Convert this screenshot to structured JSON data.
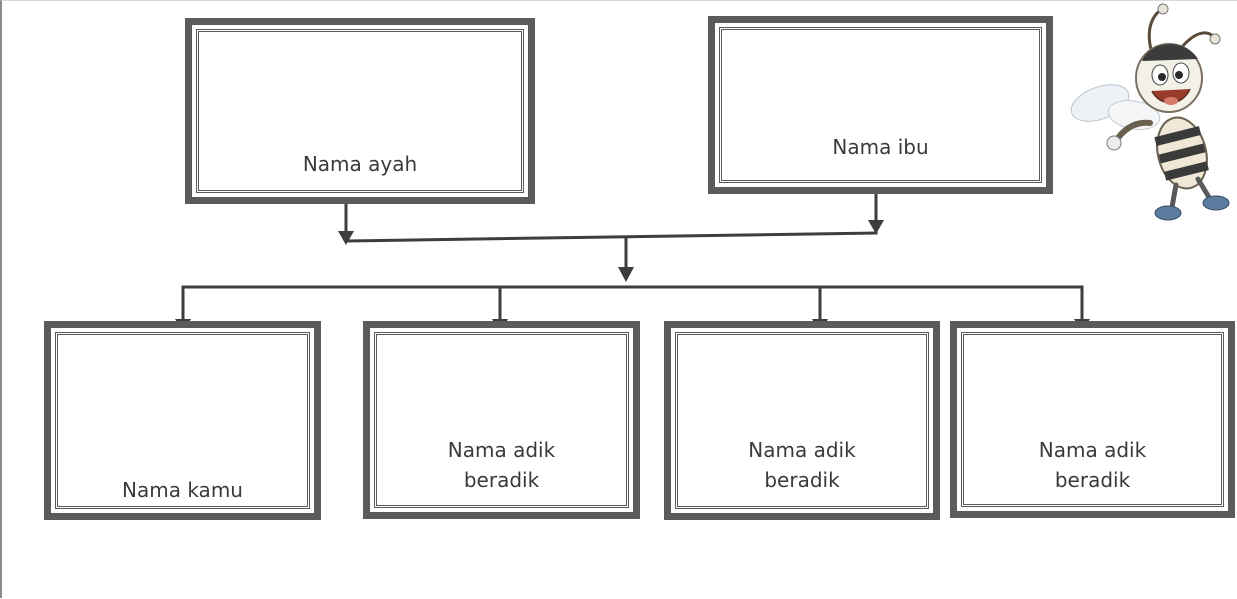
{
  "diagram": {
    "parents": {
      "father": "Nama ayah",
      "mother": "Nama ibu"
    },
    "children": [
      "Nama kamu",
      "Nama adik\nberadik",
      "Nama adik\nberadik",
      "Nama adik\nberadik"
    ]
  },
  "colors": {
    "frame": "#5b5b5b",
    "connector": "#3d3d3d",
    "text": "#3a3a3a"
  },
  "decoration": {
    "mascot": "bee-mascot"
  }
}
